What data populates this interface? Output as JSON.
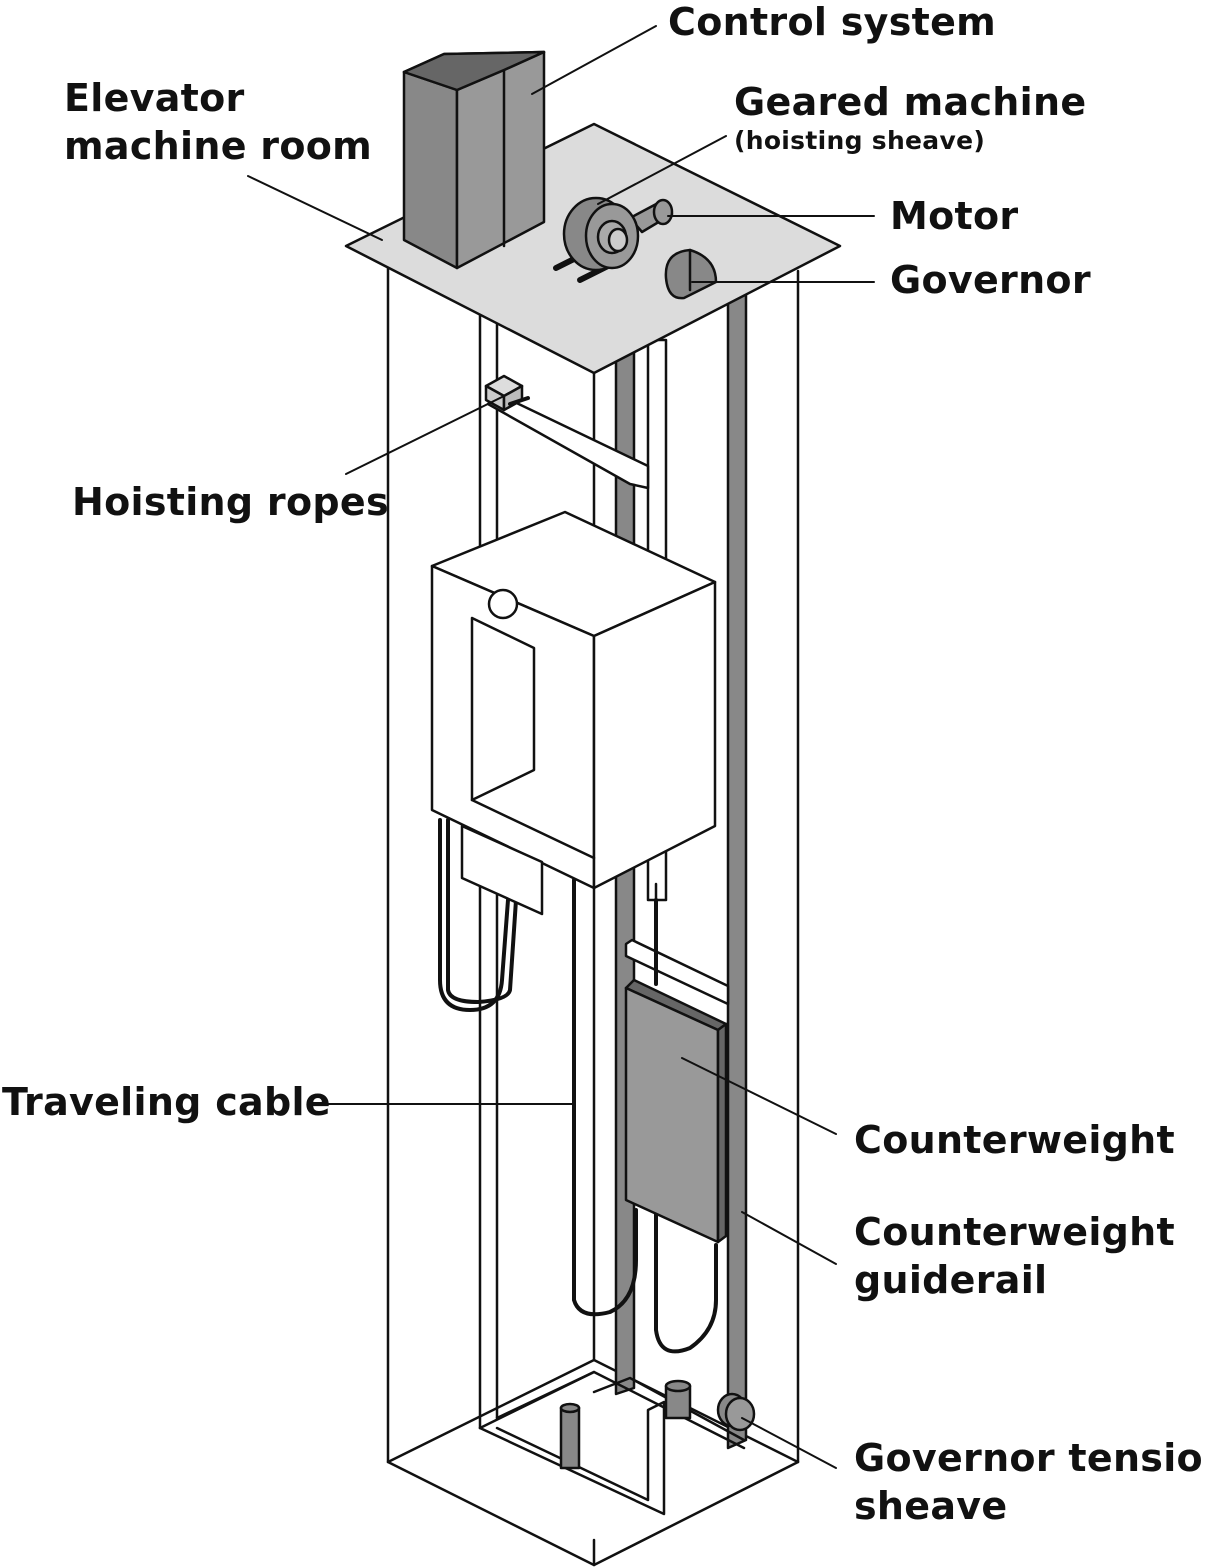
{
  "labels": {
    "control_system": "Control system",
    "machine_room_line1": "Elevator",
    "machine_room_line2": "machine room",
    "geared_machine": "Geared machine",
    "geared_machine_sub": "(hoisting sheave)",
    "motor": "Motor",
    "governor": "Governor",
    "hoisting_ropes": "Hoisting ropes",
    "traveling_cable": "Traveling cable",
    "counterweight": "Counterweight",
    "cw_guiderail_line1": "Counterweight",
    "cw_guiderail_line2": "guiderail",
    "tension_sheave_line1": "Governor tension",
    "tension_sheave_line2": "sheave"
  },
  "colors": {
    "stroke": "#111111",
    "dark_fill": "#888888",
    "mid_fill": "#999999",
    "light_fill": "#dcdcdc",
    "white_fill": "#ffffff"
  }
}
